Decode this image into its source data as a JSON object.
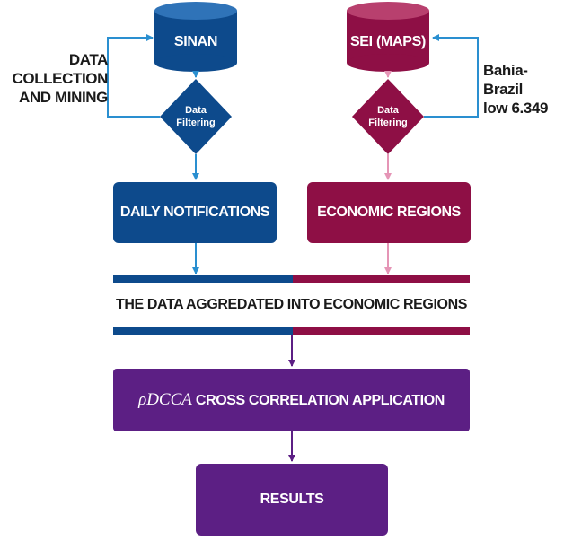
{
  "sources": {
    "sinan": {
      "label": "SINAN",
      "color": "#0d4a8c"
    },
    "sei": {
      "label": "SEI (MAPS)",
      "color": "#8e0f45"
    }
  },
  "filters": {
    "left": {
      "line1": "Data",
      "line2": "Filtering"
    },
    "right": {
      "line1": "Data",
      "line2": "Filtering"
    }
  },
  "annotations": {
    "left": {
      "line1": "DATA",
      "line2": "COLLECTION",
      "line3": "AND MINING"
    },
    "right": {
      "line1": "Bahia-Brazil",
      "line2": "low 6.349"
    }
  },
  "boxes": {
    "daily": "DAILY NOTIFICATIONS",
    "economic": "ECONOMIC REGIONS",
    "aggregated": "THE DATA AGGREDATED INTO ECONOMIC REGIONS",
    "cross_symbol": "ρDCCA",
    "cross_text": "CROSS CORRELATION APPLICATION",
    "results": "RESULTS"
  },
  "colors": {
    "blue": "#0d4a8c",
    "crimson": "#8e0f45",
    "purple": "#5c1f84",
    "arrow_blue": "#2a8fd0",
    "arrow_pink": "#e595b6"
  }
}
